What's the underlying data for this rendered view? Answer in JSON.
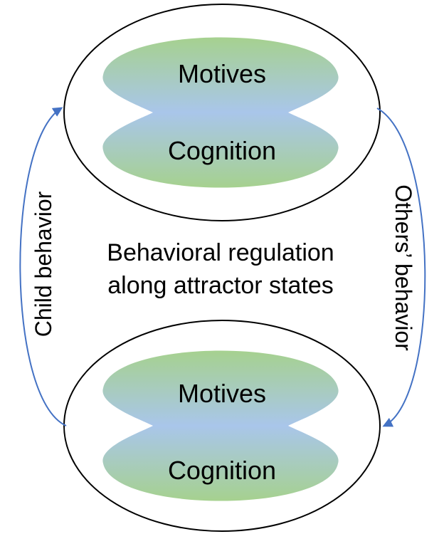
{
  "diagram": {
    "top_node": {
      "upper_label": "Motives",
      "lower_label": "Cognition"
    },
    "bottom_node": {
      "upper_label": "Motives",
      "lower_label": "Cognition"
    },
    "center_text": {
      "line1": "Behavioral regulation",
      "line2": "along attractor states"
    },
    "left_arrow_label": "Child behavior",
    "right_arrow_label": "Others’ behavior",
    "colors": {
      "lobe_green": "#a6d18f",
      "lobe_blue": "#a9c6ea",
      "arrow": "#4472c4",
      "outline": "#000000"
    }
  }
}
